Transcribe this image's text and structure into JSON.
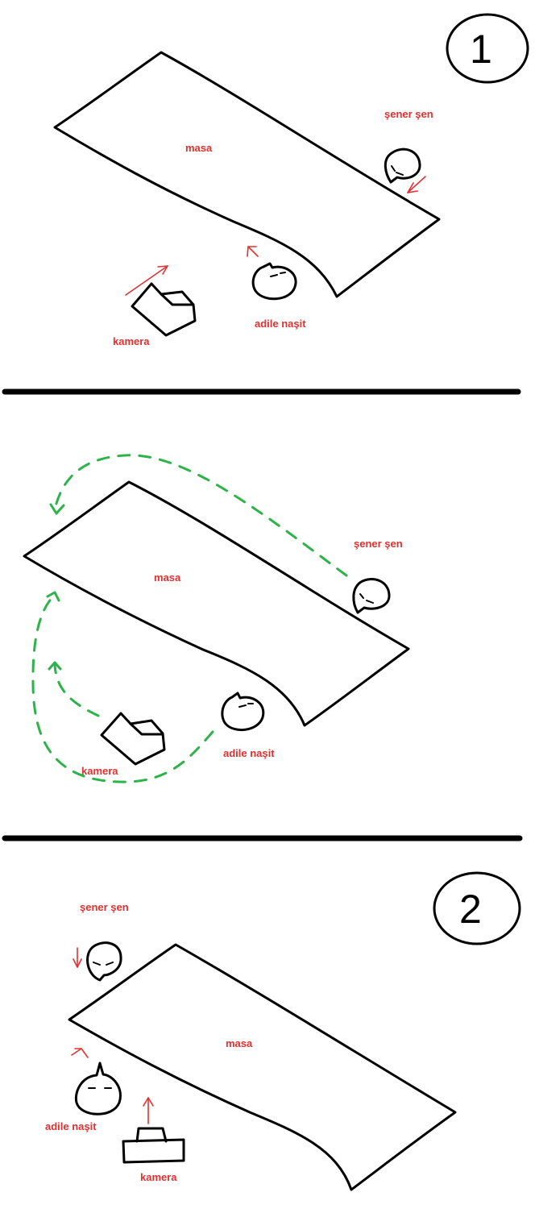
{
  "colors": {
    "ink": "#000000",
    "label": "#e03030",
    "motion_arrow": "#e03030",
    "path": "#2db34a",
    "background": "#ffffff"
  },
  "scene1": {
    "number": "1",
    "table_label": "masa",
    "person_a_label": "şener şen",
    "person_b_label": "adile naşit",
    "camera_label": "kamera"
  },
  "scene_move": {
    "table_label": "masa",
    "person_a_label": "şener şen",
    "person_b_label": "adile naşit",
    "camera_label": "kamera"
  },
  "scene2": {
    "number": "2",
    "table_label": "masa",
    "person_a_label": "şener şen",
    "person_b_label": "adile naşit",
    "camera_label": "kamera"
  }
}
